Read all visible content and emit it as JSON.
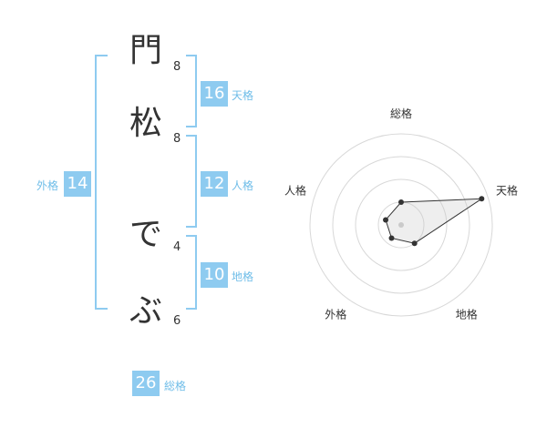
{
  "name": {
    "chars": [
      {
        "char": "門",
        "strokes": "8"
      },
      {
        "char": "松",
        "strokes": "8"
      },
      {
        "char": "で",
        "strokes": "4"
      },
      {
        "char": "ぶ",
        "strokes": "6"
      }
    ]
  },
  "kaku": {
    "tenkaku": {
      "label": "天格",
      "value": "16"
    },
    "jinkaku": {
      "label": "人格",
      "value": "12"
    },
    "chikaku": {
      "label": "地格",
      "value": "10"
    },
    "gaikaku": {
      "label": "外格",
      "value": "14"
    },
    "soukaku": {
      "label": "総格",
      "value": "26"
    }
  },
  "colors": {
    "accent": "#8ecbf0",
    "text": "#333333",
    "label": "#6fbde8"
  },
  "chart_data": {
    "type": "radar",
    "axes": [
      "総格",
      "天格",
      "地格",
      "外格",
      "人格"
    ],
    "values": [
      7,
      26,
      7,
      5,
      5
    ],
    "rings": 4
  }
}
